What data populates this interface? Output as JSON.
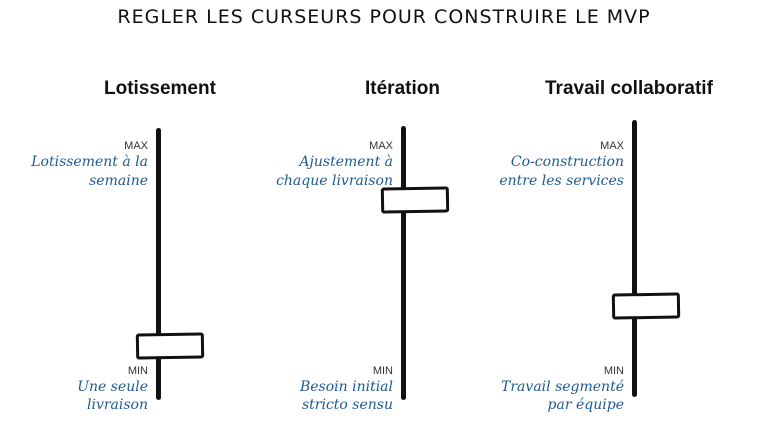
{
  "title": "REGLER LES CURSEURS POUR CONSTRUIRE LE MVP",
  "text_color": "#1f5a94",
  "sliders": [
    {
      "heading": "Lotissement",
      "max_label": "MAX",
      "max_desc": [
        "Lotissement à la",
        "semaine"
      ],
      "min_label": "MIN",
      "min_desc": [
        "Une seule",
        "livraison"
      ],
      "level_percent": 20
    },
    {
      "heading": "Itération",
      "max_label": "MAX",
      "max_desc": [
        "Ajustement à",
        "chaque livraison"
      ],
      "min_label": "MIN",
      "min_desc": [
        "Besoin initial",
        "stricto sensu"
      ],
      "level_percent": 73
    },
    {
      "heading": "Travail collaboratif",
      "max_label": "MAX",
      "max_desc": [
        "Co-construction",
        "entre les services"
      ],
      "min_label": "MIN",
      "min_desc": [
        "Travail segmenté",
        "par équipe"
      ],
      "level_percent": 33
    }
  ]
}
